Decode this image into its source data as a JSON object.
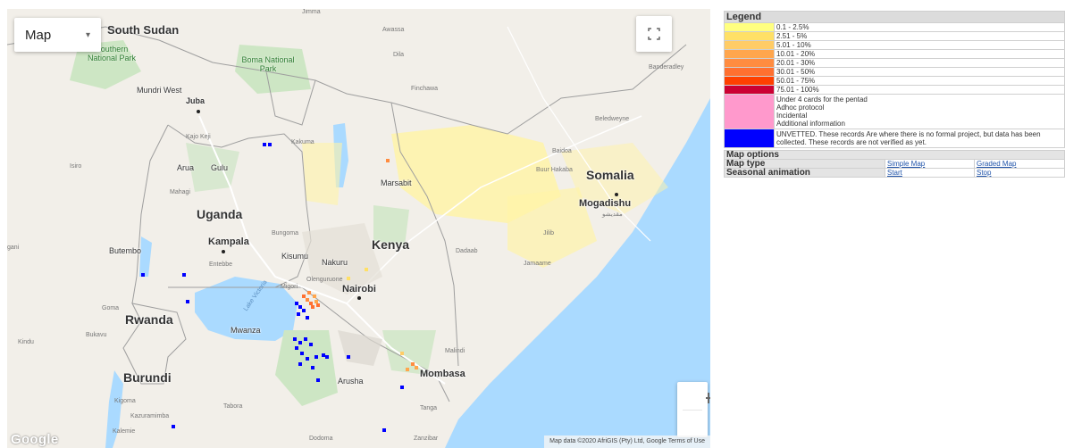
{
  "map": {
    "map_type_label": "Map",
    "google_logo": "Google",
    "attribution": "Map data ©2020 AfriGIS (Pty) Ltd, Google   Terms of Use",
    "labels": {
      "south_sudan": "South Sudan",
      "southern_np": "Southern National Park",
      "boma_np": "Boma National Park",
      "mundri_west": "Mundri West",
      "juba": "Juba",
      "kajo_keji": "Kajo Keji",
      "arua": "Arua",
      "gulu": "Gulu",
      "isiro": "Isiro",
      "mahagi": "Mahagi",
      "uganda": "Uganda",
      "kampala": "Kampala",
      "entebbe": "Entebbe",
      "butembo": "Butembo",
      "bungoma": "Bungoma",
      "kisumu": "Kisumu",
      "nakuru": "Nakuru",
      "kenya": "Kenya",
      "nairobi": "Nairobi",
      "migori": "Migori",
      "olenguruone": "Olenguruone",
      "rwanda": "Rwanda",
      "goma": "Goma",
      "bukavu": "Bukavu",
      "kindu": "Kindu",
      "burundi": "Burundi",
      "mwanza": "Mwanza",
      "arusha": "Arusha",
      "mombasa": "Mombasa",
      "malindi": "Malindi",
      "kigoma": "Kigoma",
      "kazuramimba": "Kazuramimba",
      "tabora": "Tabora",
      "kalemie": "Kalemie",
      "dodoma": "Dodoma",
      "zanzibar": "Zanzibar",
      "tanga": "Tanga",
      "marsabit": "Marsabit",
      "dadaab": "Dadaab",
      "somalia": "Somalia",
      "mogadishu": "Mogadishu",
      "mogadishu_ar": "مقديشو",
      "baidoa": "Baidoa",
      "buur_hakaba": "Buur Hakaba",
      "beledweyne": "Beledweyne",
      "banderadley": "Banderadley",
      "jilib": "Jilib",
      "jamaame": "Jamaame",
      "awassa": "Awassa",
      "dila": "Dila",
      "finchawa": "Finchawa",
      "kakuma": "Kakuma",
      "lake_victoria": "Lake Victoria",
      "gani": "gani",
      "jimma": "Jimma"
    }
  },
  "legend": {
    "title": "Legend",
    "items": [
      {
        "color": "#ffff80",
        "label": "0.1 - 2.5%"
      },
      {
        "color": "#ffe066",
        "label": "2.51 - 5%"
      },
      {
        "color": "#ffcc66",
        "label": "5.01 - 10%"
      },
      {
        "color": "#ffa64d",
        "label": "10.01 - 20%"
      },
      {
        "color": "#ff8c40",
        "label": "20.01 - 30%"
      },
      {
        "color": "#ff7030",
        "label": "30.01 - 50%"
      },
      {
        "color": "#ff4000",
        "label": "50.01 - 75%"
      },
      {
        "color": "#cc0033",
        "label": "75.01 - 100%"
      }
    ],
    "pink_color": "#ff99cc",
    "pink_lines": [
      "Under 4 cards for the pentad",
      "Adhoc protocol",
      "Incidental",
      "Additional information"
    ],
    "blue_color": "#0000ff",
    "unvetted_text": "UNVETTED. These records Are where there is no formal project, but data has been collected. These records are not verified as yet."
  },
  "options": {
    "title": "Map options",
    "map_type_label": "Map type",
    "simple_map": "Simple Map",
    "graded_map": "Graded Map",
    "seasonal_label": "Seasonal animation",
    "start": "Start",
    "stop": "Stop"
  }
}
